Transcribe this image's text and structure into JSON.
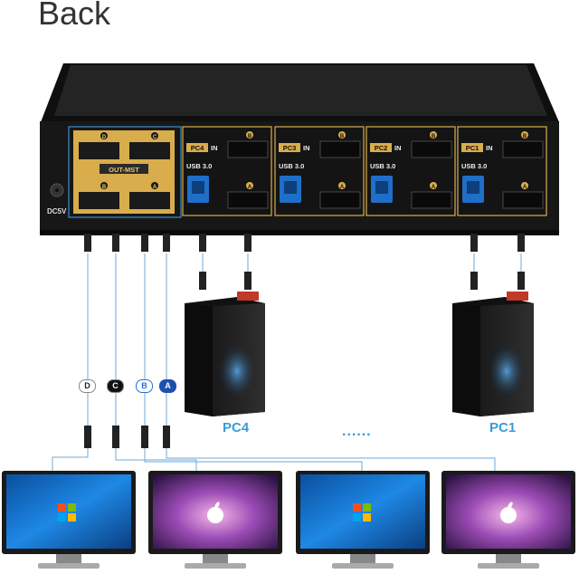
{
  "title": "Back",
  "device": {
    "dc_label": "DC5V",
    "out_label": "OUT-MST",
    "out_ports": [
      "D",
      "C",
      "B",
      "A"
    ],
    "usb_label": "USB 3.0",
    "in_label": "IN",
    "pc_groups": [
      {
        "name": "PC4",
        "port_b": "B",
        "port_a": "A"
      },
      {
        "name": "PC3",
        "port_b": "B",
        "port_a": "A"
      },
      {
        "name": "PC2",
        "port_b": "B",
        "port_a": "A"
      },
      {
        "name": "PC1",
        "port_b": "B",
        "port_a": "A"
      }
    ]
  },
  "monitor_badges": [
    "D",
    "C",
    "B",
    "A"
  ],
  "pc_labels": {
    "left": "PC4",
    "right": "PC1",
    "dots": "......"
  },
  "colors": {
    "accent": "#3a9bd6",
    "gold": "#d9ad4c",
    "device": "#1c1c1c"
  }
}
